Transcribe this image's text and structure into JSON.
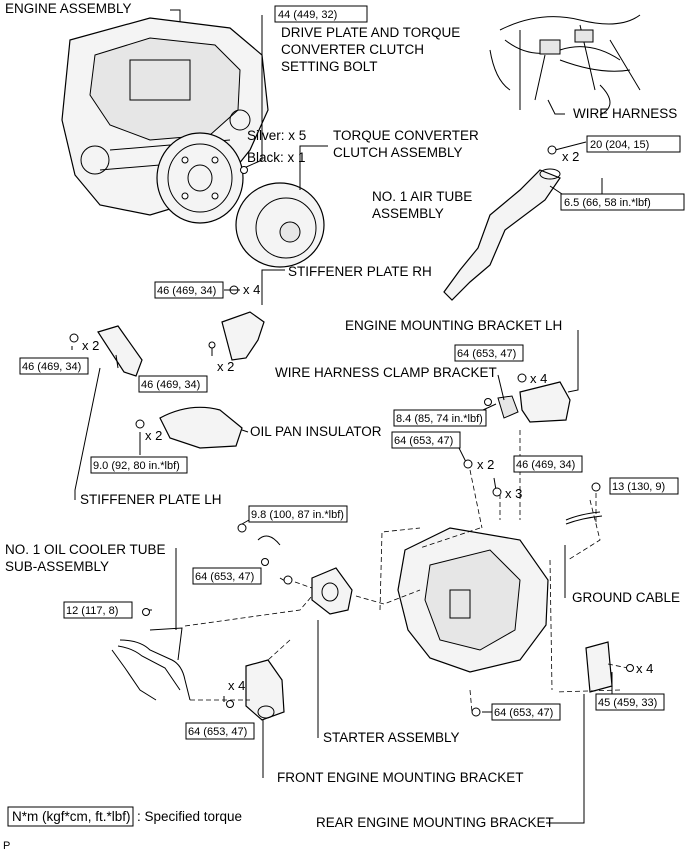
{
  "labels": {
    "engine_assembly": "ENGINE ASSEMBLY",
    "drive_plate_1": "DRIVE PLATE AND TORQUE",
    "drive_plate_2": "CONVERTER CLUTCH",
    "drive_plate_3": "SETTING BOLT",
    "silver": "Silver: x 5",
    "black": "Black: x 1",
    "torque_conv_1": "TORQUE CONVERTER",
    "torque_conv_2": "CLUTCH ASSEMBLY",
    "wire_harness": "WIRE HARNESS",
    "air_tube_1": "NO. 1 AIR TUBE",
    "air_tube_2": "ASSEMBLY",
    "stiffener_rh": "STIFFENER PLATE RH",
    "eng_mount_lh": "ENGINE MOUNTING BRACKET LH",
    "wire_clamp": "WIRE HARNESS CLAMP BRACKET",
    "oil_pan": "OIL PAN INSULATOR",
    "stiffener_lh": "STIFFENER PLATE LH",
    "oil_cooler_1": "NO. 1 OIL COOLER TUBE",
    "oil_cooler_2": "SUB-ASSEMBLY",
    "ground_cable": "GROUND CABLE",
    "starter": "STARTER ASSEMBLY",
    "front_mount": "FRONT ENGINE MOUNTING BRACKET",
    "rear_mount": "REAR ENGINE MOUNTING BRACKET",
    "legend_box": "N*m (kgf*cm, ft.*lbf)",
    "legend_text": ": Specified torque",
    "footer_p": "P"
  },
  "torques": {
    "t_44": "44 (449, 32)",
    "t_20": "20 (204, 15)",
    "t_6_5": "6.5 (66, 58 in.*lbf)",
    "t_46_a": "46 (469, 34)",
    "t_46_b": "46 (469, 34)",
    "t_46_c": "46 (469, 34)",
    "t_64_a": "64 (653, 47)",
    "t_8_4": "8.4 (85, 74 in.*lbf)",
    "t_9_0": "9.0 (92, 80 in.*lbf)",
    "t_64_b": "64 (653, 47)",
    "t_46_d": "46 (469, 34)",
    "t_9_8": "9.8 (100, 87 in.*lbf)",
    "t_13": "13 (130, 9)",
    "t_64_c": "64 (653, 47)",
    "t_12": "12 (117, 8)",
    "t_64_d": "64 (653, 47)",
    "t_64_e": "64 (653, 47)",
    "t_45": "45 (459, 33)"
  },
  "multipliers": {
    "x2_air": "x 2",
    "x4_rh": "x 4",
    "x2_lh": "x 2",
    "x2_rh": "x 2",
    "x4_mount": "x 4",
    "x2_pan": "x 2",
    "x2_trans": "x 2",
    "x3_trans": "x 3",
    "x4_front": "x 4",
    "x4_rear": "x 4"
  }
}
